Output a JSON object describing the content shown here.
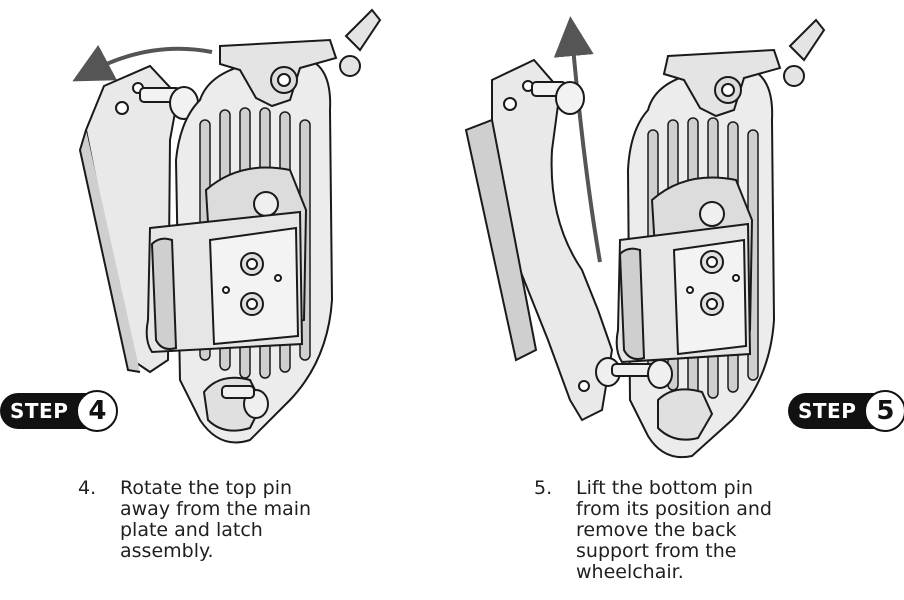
{
  "steps": [
    {
      "badge_label": "STEP",
      "badge_number": "4",
      "instruction_number": "4.",
      "instruction_text": "Rotate the top pin away from the main plate and latch assembly."
    },
    {
      "badge_label": "STEP",
      "badge_number": "5",
      "instruction_number": "5.",
      "instruction_text": "Lift the bottom pin from its position and remove the back support from the wheelchair."
    }
  ],
  "colors": {
    "outline": "#1a1a1a",
    "part_fill": "#e9e9e9",
    "part_shade": "#cfcfcf",
    "badge": "#111111",
    "arrow": "#555555"
  }
}
